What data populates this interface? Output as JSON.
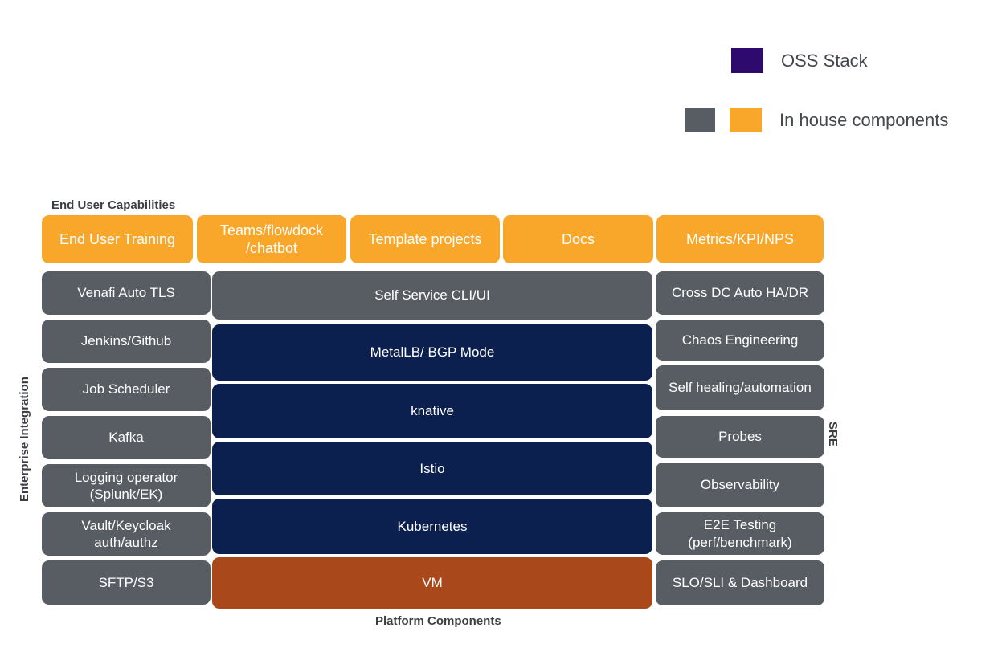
{
  "legend": {
    "oss_label": "OSS Stack",
    "inhouse_label": "In house components"
  },
  "colors": {
    "oss_stack": "#2E0A6E",
    "inhouse_gray": "#585D63",
    "inhouse_orange": "#F9A72B",
    "oss_block": "#0C2050",
    "vm_block": "#A9491B"
  },
  "labels": {
    "top": "End User Capabilities",
    "left": "Enterprise Integration",
    "right": "SRE",
    "bottom": "Platform Components"
  },
  "top_row": [
    {
      "label": "End User Training"
    },
    {
      "label": "Teams/flowdock /chatbot"
    },
    {
      "label": "Template projects"
    },
    {
      "label": "Docs"
    },
    {
      "label": "Metrics/KPI/NPS"
    }
  ],
  "left_column": [
    {
      "label": "Venafi Auto TLS"
    },
    {
      "label": "Jenkins/Github"
    },
    {
      "label": "Job Scheduler"
    },
    {
      "label": "Kafka"
    },
    {
      "label": "Logging operator (Splunk/EK)"
    },
    {
      "label": "Vault/Keycloak auth/authz"
    },
    {
      "label": "SFTP/S3"
    }
  ],
  "middle_column": [
    {
      "label": "Self Service CLI/UI",
      "type": "inhouse"
    },
    {
      "label": "MetalLB/ BGP Mode",
      "type": "oss"
    },
    {
      "label": "knative",
      "type": "oss"
    },
    {
      "label": "Istio",
      "type": "oss"
    },
    {
      "label": "Kubernetes",
      "type": "oss"
    },
    {
      "label": "VM",
      "type": "vm"
    }
  ],
  "right_column": [
    {
      "label": "Cross DC Auto HA/DR"
    },
    {
      "label": "Chaos Engineering"
    },
    {
      "label": "Self healing/automation"
    },
    {
      "label": "Probes"
    },
    {
      "label": "Observability"
    },
    {
      "label": "E2E Testing (perf/benchmark)"
    },
    {
      "label": "SLO/SLI & Dashboard"
    }
  ]
}
